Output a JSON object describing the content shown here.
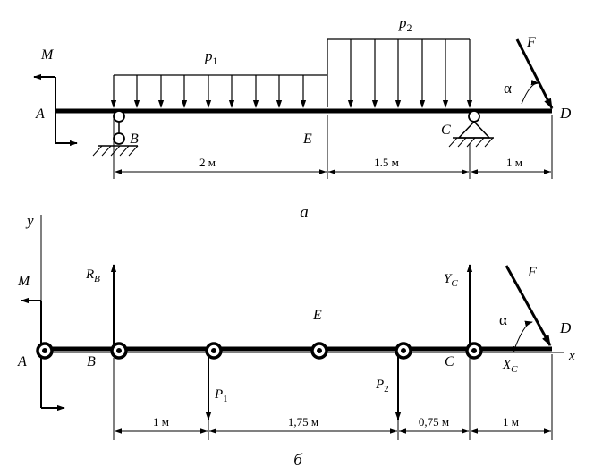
{
  "top": {
    "labels": {
      "M": "M",
      "A": "A",
      "B": "B",
      "E": "E",
      "C": "C",
      "D": "D",
      "p1_base": "p",
      "p1_sub": "1",
      "p2_base": "p",
      "p2_sub": "2",
      "F": "F",
      "alpha": "α"
    },
    "dimensions": [
      "2 м",
      "1.5 м",
      "1 м"
    ],
    "caption": "а"
  },
  "bottom": {
    "labels": {
      "y": "y",
      "x": "x",
      "M": "M",
      "A": "A",
      "B": "B",
      "E": "E",
      "C": "C",
      "D": "D",
      "F": "F",
      "alpha": "α",
      "RB_base": "R",
      "RB_sub": "B",
      "YC_base": "Y",
      "YC_sub": "C",
      "XC_base": "X",
      "XC_sub": "C",
      "P1_base": "P",
      "P1_sub": "1",
      "P2_base": "P",
      "P2_sub": "2"
    },
    "dimensions": [
      "1 м",
      "1,75 м",
      "0,75 м",
      "1 м"
    ],
    "caption": "б"
  }
}
